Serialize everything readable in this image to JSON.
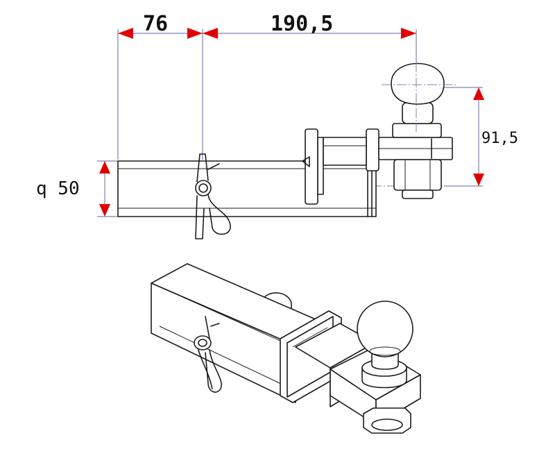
{
  "dimensions": {
    "width_76": "76",
    "width_190": "190,5",
    "height_91": "91,5",
    "square_50": "q 50"
  },
  "colors": {
    "arrow": "#e00000",
    "line": "#1a1a1a",
    "dimension_line": "#7f7fb0"
  }
}
